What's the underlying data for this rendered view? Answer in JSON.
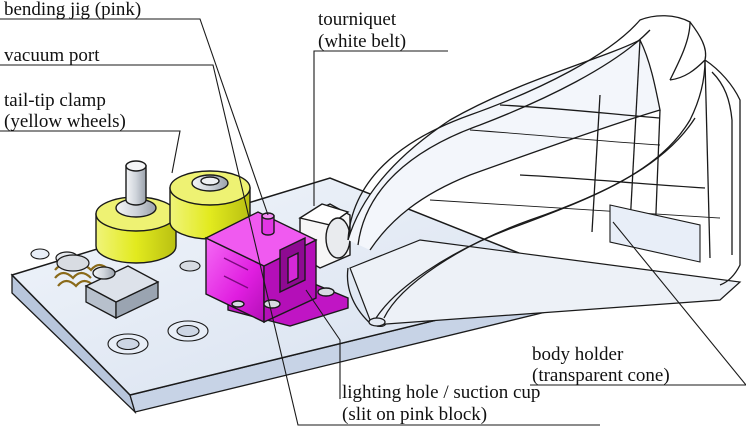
{
  "labels": {
    "bending_jig": "bending jig (pink)",
    "vacuum_port": "vacuum port",
    "tail_tip_clamp_line1": "tail-tip clamp",
    "tail_tip_clamp_line2": "(yellow wheels)",
    "tourniquet_line1": "tourniquet",
    "tourniquet_line2": "(white belt)",
    "body_holder_line1": "body holder",
    "body_holder_line2": "(transparent cone)",
    "lighting_hole_line1": "lighting hole / suction cup",
    "lighting_hole_line2": "(slit on pink block)"
  },
  "colors": {
    "base_plate": "#e4ebf6",
    "base_plate_side": "#b8c6dc",
    "jig_pink": "#e81ee8",
    "jig_pink_dark": "#a410a8",
    "wheel_yellow": "#e2ea1e",
    "wheel_yellow_dark": "#b3bb12",
    "metal": "#d7dbe2",
    "belt_white": "#f7f7f7",
    "outline": "#1a1a1a"
  }
}
